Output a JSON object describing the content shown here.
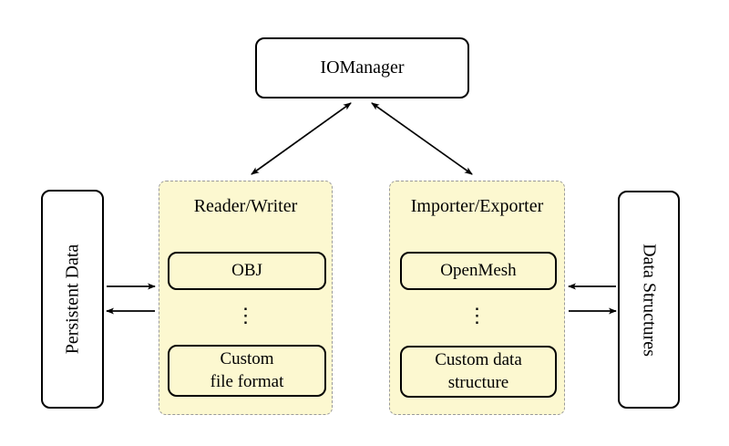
{
  "nodes": {
    "iomanager": "IOManager",
    "persistent_data": "Persistent Data",
    "data_structures": "Data Structures"
  },
  "panels": {
    "reader_writer": {
      "title": "Reader/Writer",
      "items": [
        "OBJ",
        "Custom\nfile format"
      ],
      "ellipsis": "⋮"
    },
    "importer_exporter": {
      "title": "Importer/Exporter",
      "items": [
        "OpenMesh",
        "Custom data\nstructure"
      ],
      "ellipsis": "⋮"
    }
  },
  "colors": {
    "panel_fill": "#fcf8d0",
    "panel_border": "#9a9a9a",
    "node_fill": "#ffffff",
    "node_border": "#000000",
    "arrow": "#000000"
  }
}
